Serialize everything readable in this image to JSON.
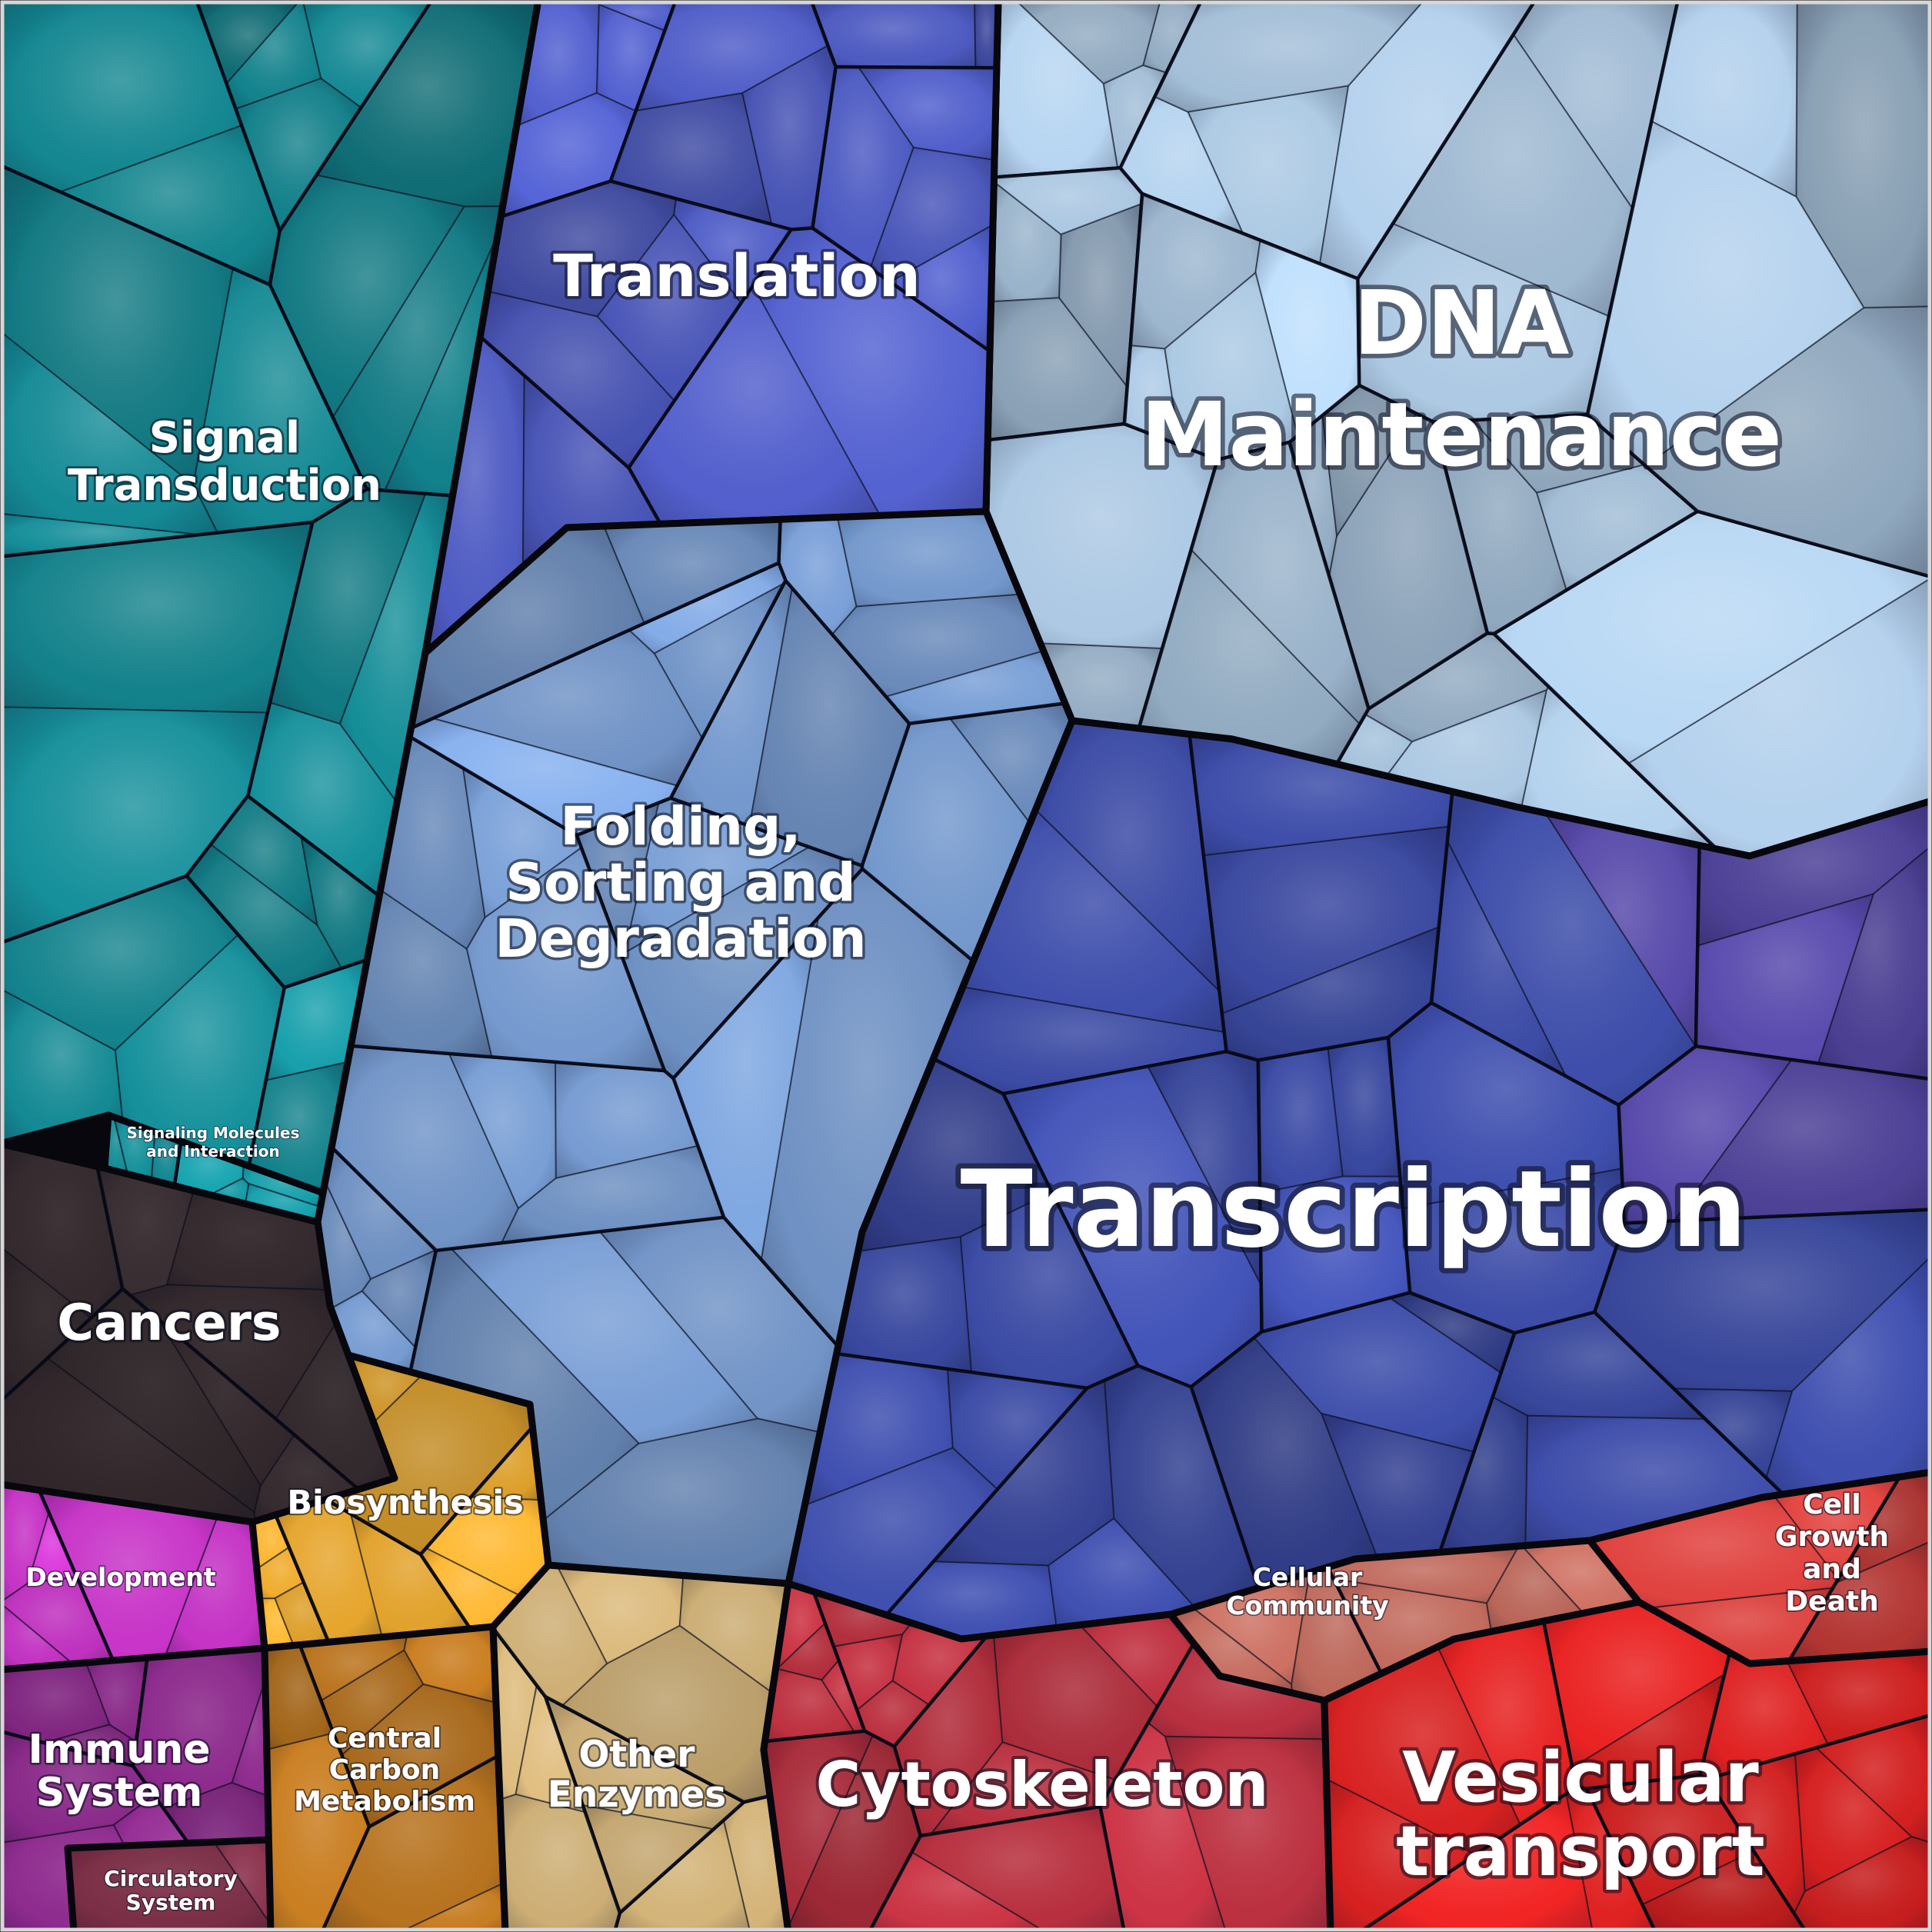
{
  "chart_data": {
    "type": "treemap",
    "style": "voronoi-treemap",
    "unit": "percent_of_total_area",
    "legend": "none",
    "regions": [
      {
        "id": "signal_transduction",
        "label": "Signal Transduction",
        "label_lines": [
          "Signal",
          "Transduction"
        ],
        "color": "#14858f",
        "value_pct": 9.5
      },
      {
        "id": "signaling_molecules",
        "label": "Signaling Molecules and Interaction",
        "label_lines": [
          "Signaling Molecules",
          "and Interaction"
        ],
        "color": "#179aa5",
        "value_pct": 1.2
      },
      {
        "id": "translation",
        "label": "Translation",
        "label_lines": [
          "Translation"
        ],
        "color": "#4d5abf",
        "value_pct": 7.5
      },
      {
        "id": "dna_maintenance",
        "label": "DNA Maintenance",
        "label_lines": [
          "DNA",
          "Maintenance"
        ],
        "color": "#a4bfd8",
        "value_pct": 14.0
      },
      {
        "id": "folding",
        "label": "Folding, Sorting and Degradation",
        "label_lines": [
          "Folding,",
          "Sorting and",
          "Degradation"
        ],
        "color": "#7295c8",
        "value_pct": 12.0
      },
      {
        "id": "transcription",
        "label": "Transcription",
        "label_lines": [
          "Transcription"
        ],
        "color": "#3c4ba4",
        "value_pct": 20.0
      },
      {
        "id": "cancers",
        "label": "Cancers",
        "label_lines": [
          "Cancers"
        ],
        "color": "#342a2e",
        "value_pct": 3.5
      },
      {
        "id": "development",
        "label": "Development",
        "label_lines": [
          "Development"
        ],
        "color": "#c233c2",
        "value_pct": 1.5
      },
      {
        "id": "immune_system",
        "label": "Immune System",
        "label_lines": [
          "Immune",
          "System"
        ],
        "color": "#8d2b8d",
        "value_pct": 2.2
      },
      {
        "id": "circulatory_system",
        "label": "Circulatory System",
        "label_lines": [
          "Circulatory",
          "System"
        ],
        "color": "#8c3550",
        "value_pct": 0.8
      },
      {
        "id": "biosynthesis",
        "label": "Biosynthesis",
        "label_lines": [
          "Biosynthesis"
        ],
        "color": "#e0a22d",
        "value_pct": 3.0
      },
      {
        "id": "central_carbon_metabolism",
        "label": "Central Carbon Metabolism",
        "label_lines": [
          "Central",
          "Carbon",
          "Metabolism"
        ],
        "color": "#c27a21",
        "value_pct": 2.5
      },
      {
        "id": "other_enzymes",
        "label": "Other Enzymes",
        "label_lines": [
          "Other",
          "Enzymes"
        ],
        "color": "#d8b87c",
        "value_pct": 3.2
      },
      {
        "id": "cytoskeleton",
        "label": "Cytoskeleton",
        "label_lines": [
          "Cytoskeleton"
        ],
        "color": "#b8303f",
        "value_pct": 6.5
      },
      {
        "id": "cellular_community",
        "label": "Cellular Community",
        "label_lines": [
          "Cellular",
          "Community"
        ],
        "color": "#cf7264",
        "value_pct": 1.6
      },
      {
        "id": "vesicular_transport",
        "label": "Vesicular transport",
        "label_lines": [
          "Vesicular",
          "transport"
        ],
        "color": "#cd1f1f",
        "value_pct": 8.5
      },
      {
        "id": "cell_growth_death",
        "label": "Cell Growth and Death",
        "label_lines": [
          "Cell",
          "Growth",
          "and",
          "Death"
        ],
        "color": "#c43b38",
        "value_pct": 2.0
      }
    ]
  }
}
